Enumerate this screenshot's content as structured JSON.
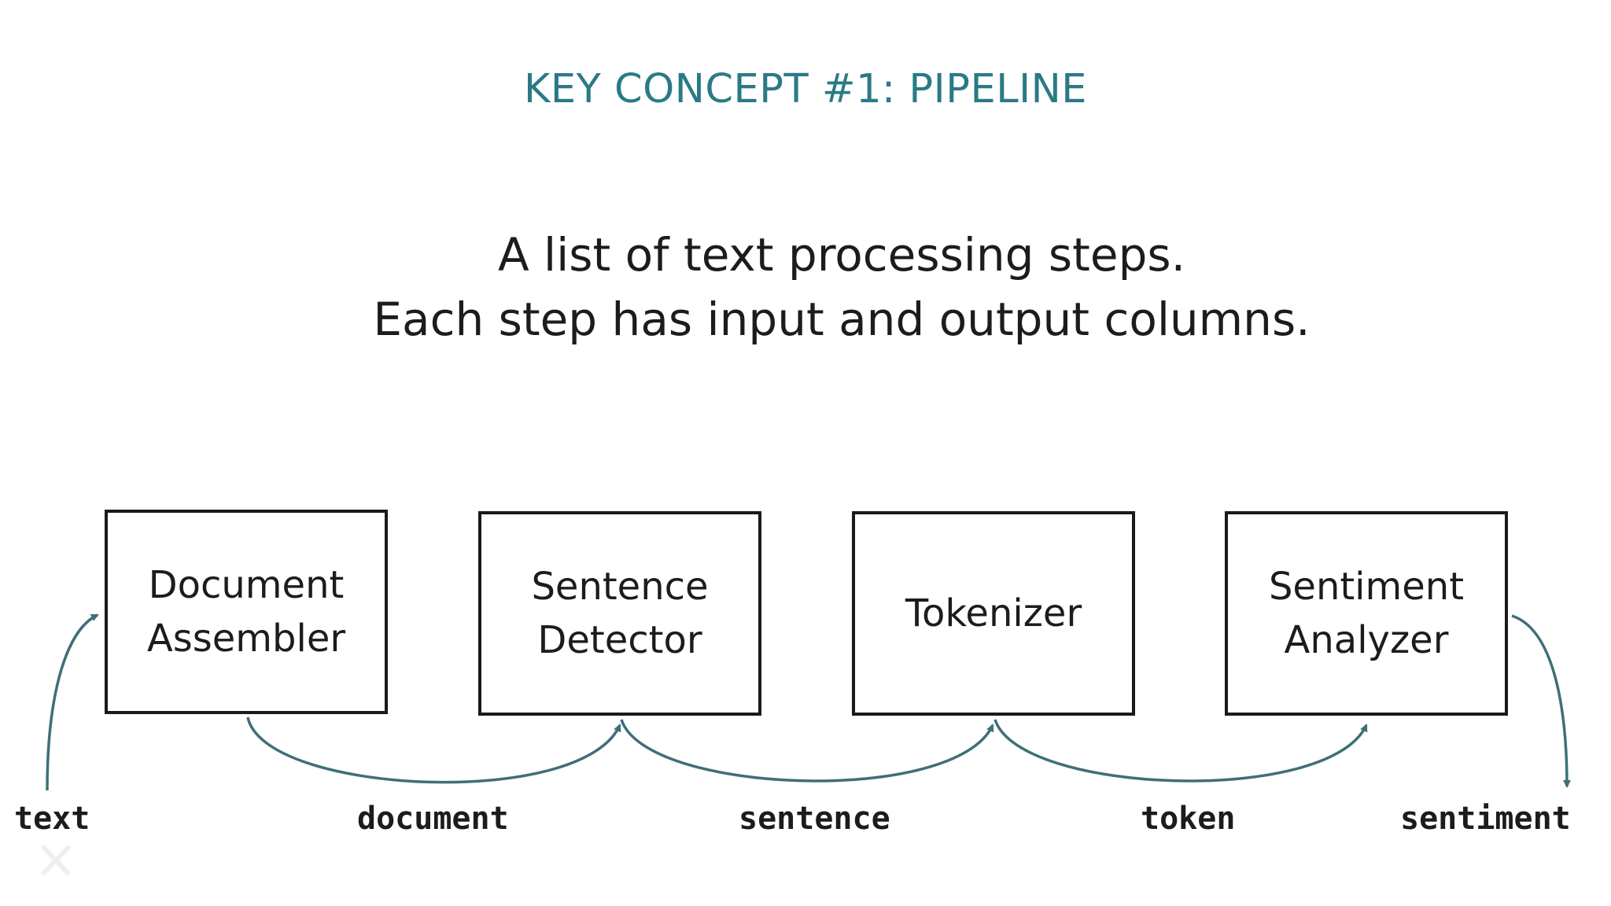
{
  "slide": {
    "title": "KEY CONCEPT #1: PIPELINE",
    "subtitle_line1": "A list of text processing steps.",
    "subtitle_line2": "Each step has input and output columns."
  },
  "pipeline": {
    "steps": [
      {
        "line1": "Document",
        "line2": "Assembler"
      },
      {
        "line1": "Sentence",
        "line2": "Detector"
      },
      {
        "line1": "Tokenizer",
        "line2": ""
      },
      {
        "line1": "Sentiment",
        "line2": "Analyzer"
      }
    ],
    "columns": [
      "text",
      "document",
      "sentence",
      "token",
      "sentiment"
    ]
  },
  "colors": {
    "title": "#2a7a86",
    "arrow": "#3f6f78",
    "box_border": "#1a1a1a"
  }
}
